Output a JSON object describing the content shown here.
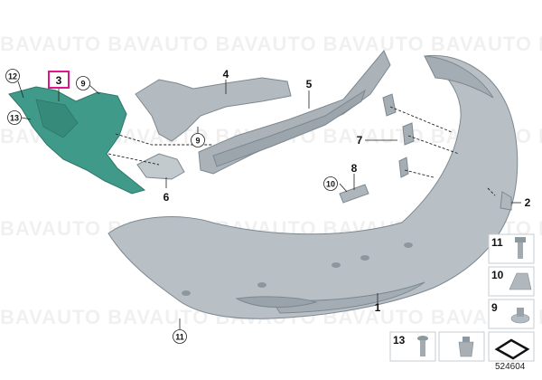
{
  "watermark": "BAVAUTO BAVAUTO BAVAUTO BAVAUTO BAVAUTO BAVAUTO",
  "diagram_ref": "524604",
  "colors": {
    "part_fill": "#b5bdc3",
    "part_dark": "#98a2a9",
    "highlight_part": "#3f9a8a",
    "highlight_box": "#e0148c"
  },
  "callouts": {
    "c1": "1",
    "c2": "2",
    "c3": "3",
    "c4": "4",
    "c5": "5",
    "c6": "6",
    "c7": "7",
    "c8": "8",
    "c9a": "9",
    "c9b": "9",
    "c10": "10",
    "c11": "11",
    "c12": "12",
    "c13": "13"
  },
  "legend": {
    "r11": "11",
    "r10": "10",
    "r9": "9",
    "r13": "13"
  }
}
